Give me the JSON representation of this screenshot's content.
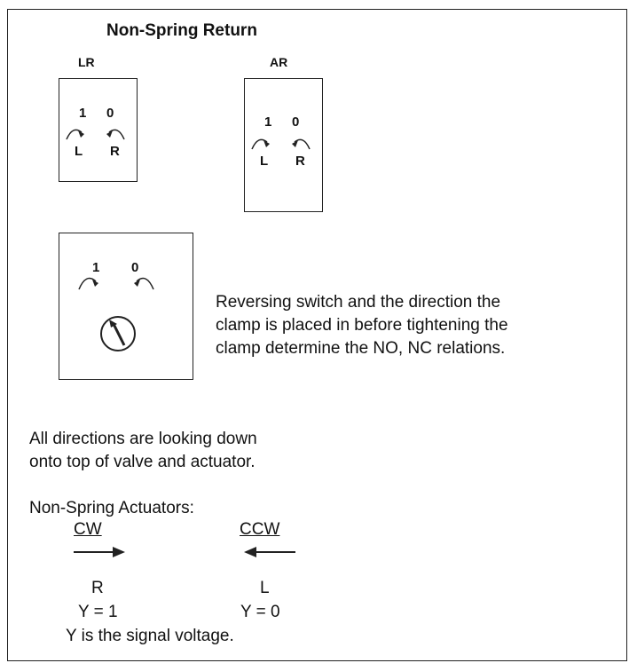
{
  "title": "Non-Spring Return",
  "actuators": [
    {
      "name": "LR",
      "pos1": "1",
      "pos0": "0",
      "left": "L",
      "right": "R"
    },
    {
      "name": "AR",
      "pos1": "1",
      "pos0": "0",
      "left": "L",
      "right": "R"
    }
  ],
  "switch_box": {
    "pos1": "1",
    "pos0": "0"
  },
  "note_reversing": [
    "Reversing switch and the direction the",
    "clamp is placed in before tightening the",
    "clamp determine the NO, NC relations."
  ],
  "note_directions": [
    "All directions are looking down",
    "onto top of valve and actuator."
  ],
  "legend": {
    "heading": "Non-Spring Actuators:",
    "cw": {
      "label": "CW",
      "letter": "R",
      "signal": "Y = 1"
    },
    "ccw": {
      "label": "CCW",
      "letter": "L",
      "signal": "Y = 0"
    },
    "footer": "Y is the signal voltage."
  },
  "colors": {
    "line": "#222222",
    "background": "#ffffff"
  }
}
